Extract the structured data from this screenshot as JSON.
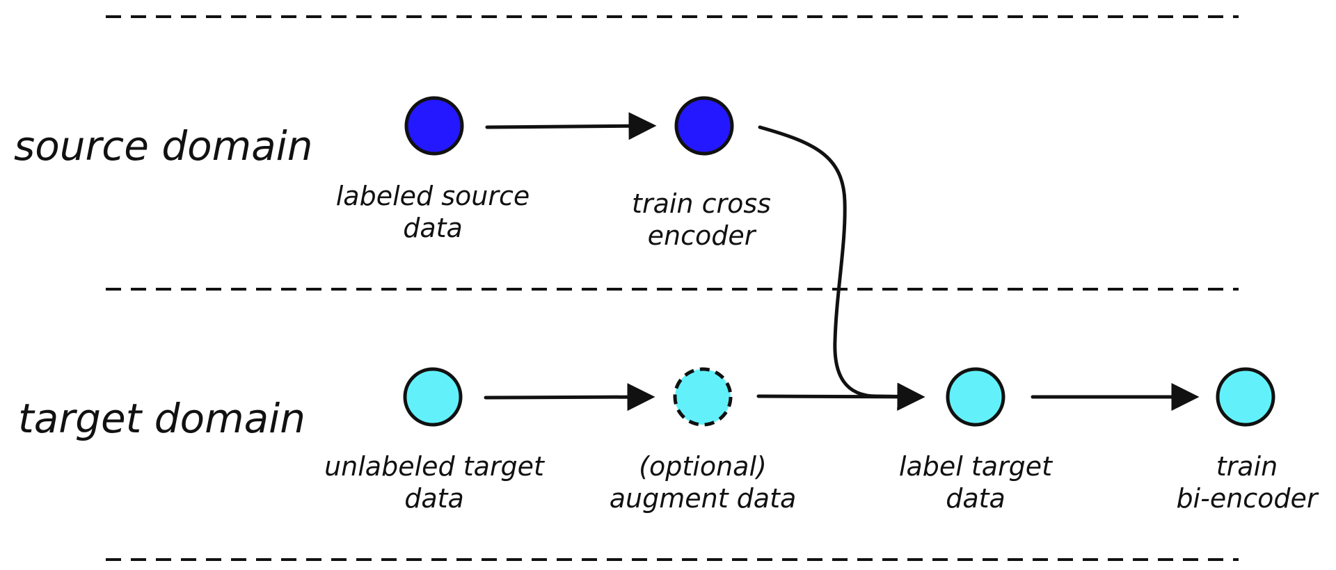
{
  "colors": {
    "source_node": "#2318ff",
    "target_node": "#62f1fa",
    "line": "#111111"
  },
  "domains": {
    "source": "source domain",
    "target": "target domain"
  },
  "nodes": {
    "labeled_source": {
      "line1": "labeled source",
      "line2": "data"
    },
    "train_cross": {
      "line1": "train cross",
      "line2": "encoder"
    },
    "unlabeled_target": {
      "line1": "unlabeled target",
      "line2": "data"
    },
    "augment": {
      "line1": "(optional)",
      "line2": "augment data"
    },
    "label_target": {
      "line1": "label target",
      "line2": "data"
    },
    "train_bi": {
      "line1": "train",
      "line2": "bi-encoder"
    }
  }
}
